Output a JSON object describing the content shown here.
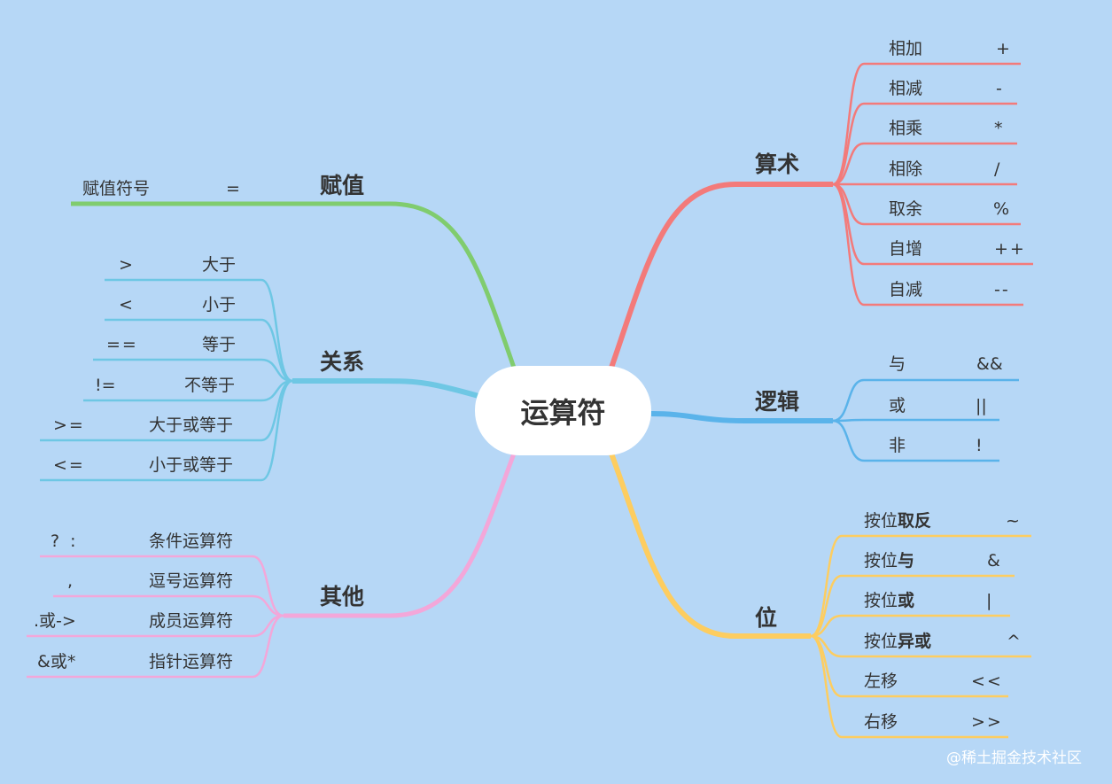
{
  "root": "运算符",
  "colors": {
    "background": "#b6d7f6",
    "arithmetic": "#f37a7a",
    "logic": "#5ab3ea",
    "bit": "#fdcd60",
    "assign": "#80cc6e",
    "relation": "#6ec7e4",
    "other": "#f3a7d9"
  },
  "branches": {
    "arithmetic": {
      "title": "算术",
      "items": [
        {
          "label": "相加",
          "symbol": "+"
        },
        {
          "label": "相减",
          "symbol": "-"
        },
        {
          "label": "相乘",
          "symbol": "*"
        },
        {
          "label": "相除",
          "symbol": "/"
        },
        {
          "label": "取余",
          "symbol": "%"
        },
        {
          "label": "自增",
          "symbol": "++"
        },
        {
          "label": "自减",
          "symbol": "--"
        }
      ]
    },
    "logic": {
      "title": "逻辑",
      "items": [
        {
          "label": "与",
          "symbol": "&&"
        },
        {
          "label": "或",
          "symbol": "||"
        },
        {
          "label": "非",
          "symbol": "!"
        }
      ]
    },
    "bit": {
      "title": "位",
      "items": [
        {
          "prefix": "按位",
          "bold": "取反",
          "symbol": "~"
        },
        {
          "prefix": "按位",
          "bold": "与",
          "symbol": "&"
        },
        {
          "prefix": "按位",
          "bold": "或",
          "symbol": "|"
        },
        {
          "prefix": "按位",
          "bold": "异或",
          "symbol": "^"
        },
        {
          "prefix": "左移",
          "bold": "",
          "symbol": "<<"
        },
        {
          "prefix": "右移",
          "bold": "",
          "symbol": ">>"
        }
      ]
    },
    "assign": {
      "title": "赋值",
      "items": [
        {
          "label": "赋值符号",
          "symbol": "="
        }
      ]
    },
    "relation": {
      "title": "关系",
      "items": [
        {
          "symbol": ">",
          "label": "大于"
        },
        {
          "symbol": "<",
          "label": "小于"
        },
        {
          "symbol": "==",
          "label": "等于"
        },
        {
          "symbol": "!=",
          "label": "不等于"
        },
        {
          "symbol": ">=",
          "label": "大于或等于"
        },
        {
          "symbol": "<=",
          "label": "小于或等于"
        }
      ]
    },
    "other": {
      "title": "其他",
      "items": [
        {
          "symbol": "? :",
          "label": "条件运算符"
        },
        {
          "symbol": ",",
          "label": "逗号运算符"
        },
        {
          "symbol": ".或->",
          "label": "成员运算符"
        },
        {
          "symbol": "&或*",
          "label": "指针运算符"
        }
      ]
    }
  },
  "watermark": "@稀土掘金技术社区"
}
